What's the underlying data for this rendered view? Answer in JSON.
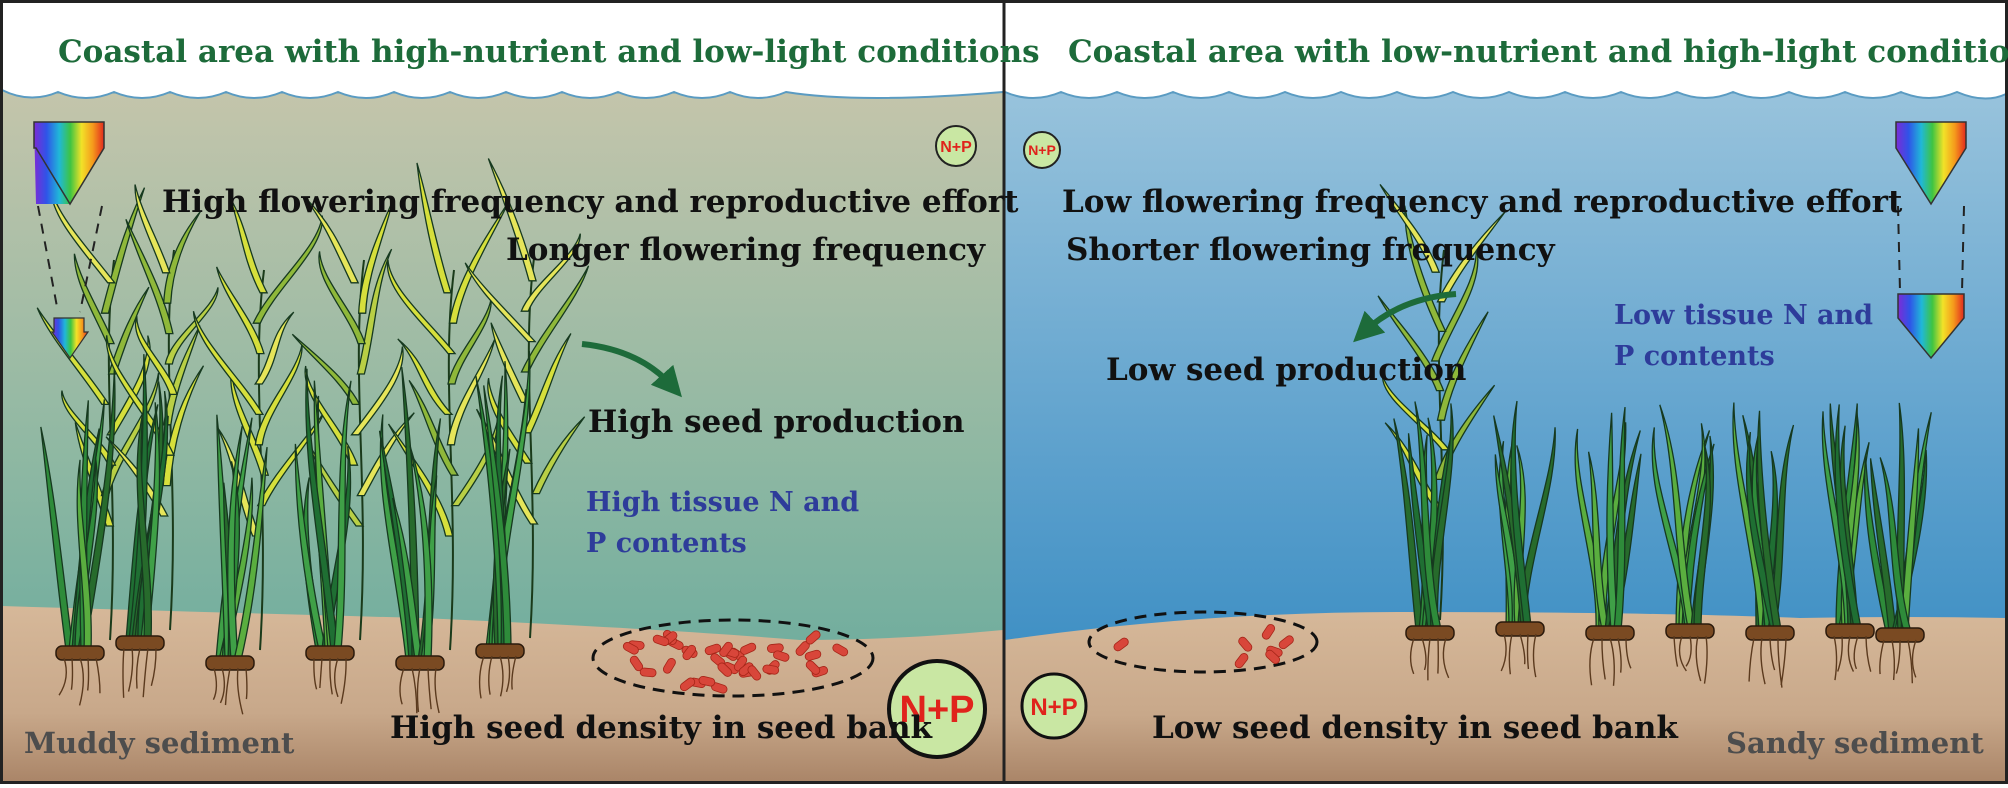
{
  "left_panel": {
    "title": "Coastal area with high-nutrient and low-light conditions",
    "flowering_effort": "High flowering frequency and reproductive effort",
    "flowering_duration": "Longer flowering frequency",
    "seed_production": "High seed production",
    "tissue_line1": "High tissue N and",
    "tissue_line2": "P contents",
    "seed_bank": "High seed density in seed bank",
    "sediment": "Muddy sediment",
    "nutrient_small": "N+P",
    "nutrient_large": "N+P",
    "water_color_top": "#c3c4aa",
    "water_color_bottom": "#5fa79b"
  },
  "right_panel": {
    "title": "Coastal area with low-nutrient and high-light conditions",
    "flowering_effort": "Low flowering frequency and reproductive effort",
    "flowering_duration": "Shorter flowering frequency",
    "seed_production": "Low seed production",
    "tissue_line1": "Low tissue N and",
    "tissue_line2": "P contents",
    "seed_bank": "Low seed density in seed bank",
    "sediment": "Sandy sediment",
    "nutrient_small": "N+P",
    "nutrient_large": "N+P",
    "water_color_top": "#93bfda",
    "water_color_bottom": "#2f87bf"
  },
  "colors": {
    "title_green": "#1d6b3a",
    "label_blue": "#2e3c9a",
    "arrow_green": "#1d6b3a",
    "sediment": "#cdae8e",
    "seed_red": "#d8463a",
    "nutrient_fill": "#c9e7a3",
    "nutrient_text": "#e0231c"
  }
}
